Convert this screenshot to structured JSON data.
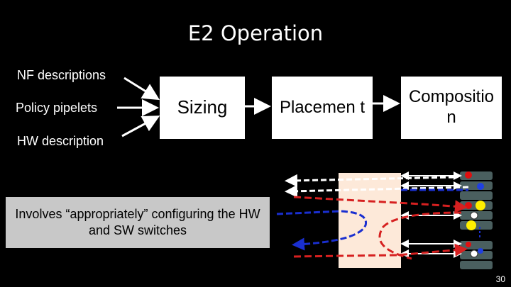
{
  "title": "E2 Operation",
  "inputs": {
    "nf": "NF descriptions",
    "policy": "Policy pipelets",
    "hw": "HW description"
  },
  "stages": {
    "sizing": "Sizing",
    "placement": "Placemen t",
    "composition": "Compositio n"
  },
  "callout": "Involves “appropriately” configuring the HW and SW switches",
  "page_number": "30",
  "colors": {
    "background": "#000000",
    "box": "#ffffff",
    "callout": "#c8c8c8",
    "red": "#d62020",
    "blue": "#1a2fd0",
    "panel": "#fde9d9",
    "server": "#4a5f5f"
  }
}
